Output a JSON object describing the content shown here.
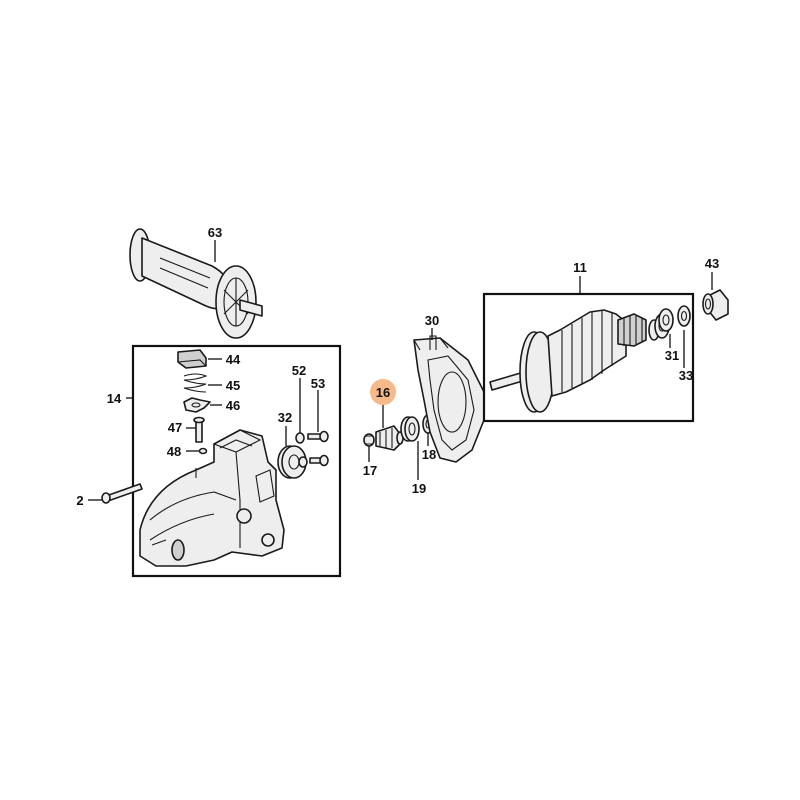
{
  "callouts": {
    "c63": "63",
    "c11": "11",
    "c43": "43",
    "c30": "30",
    "c31": "31",
    "c33": "33",
    "c44": "44",
    "c45": "45",
    "c46": "46",
    "c14": "14",
    "c47": "47",
    "c48": "48",
    "c52": "52",
    "c53": "53",
    "c32": "32",
    "c16": "16",
    "c17": "17",
    "c18": "18",
    "c19": "19",
    "c2": "2"
  },
  "highlight": {
    "part": "16",
    "color": "#f5b98a"
  },
  "colors": {
    "line": "#1a1a1a",
    "fill": "#eeeeee"
  }
}
